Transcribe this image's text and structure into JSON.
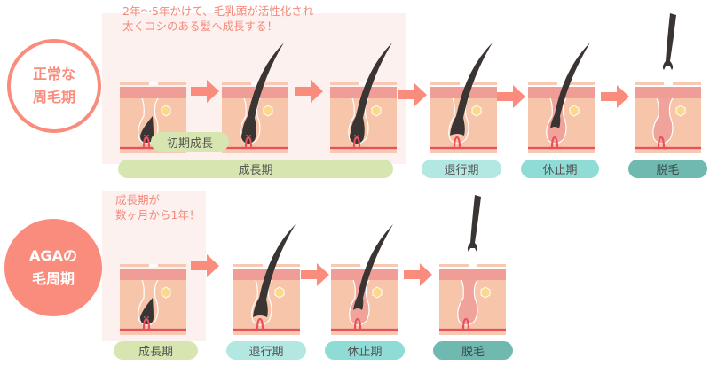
{
  "normal": {
    "label": "正常な\n周毛期",
    "note_line1": "2年〜5年かけて、毛乳頭が活性化され",
    "note_line2": "太くコシのある髪へ成長する！",
    "phases": {
      "early_growth": "初期成長",
      "anagen": "成長期",
      "catagen": "退行期",
      "telogen": "休止期",
      "shedding": "脱毛"
    }
  },
  "aga": {
    "label": "AGAの\n毛周期",
    "note_line1": "成長期が",
    "note_line2": "数ヶ月から1年！",
    "phases": {
      "anagen": "成長期",
      "catagen": "退行期",
      "telogen": "休止期",
      "shedding": "脱毛"
    }
  },
  "colors": {
    "accent": "#f98c7c",
    "anagen": "#d7e6b0",
    "catagen": "#b3e8e2",
    "telogen": "#8edcd5",
    "shedding": "#6fb9b1"
  }
}
